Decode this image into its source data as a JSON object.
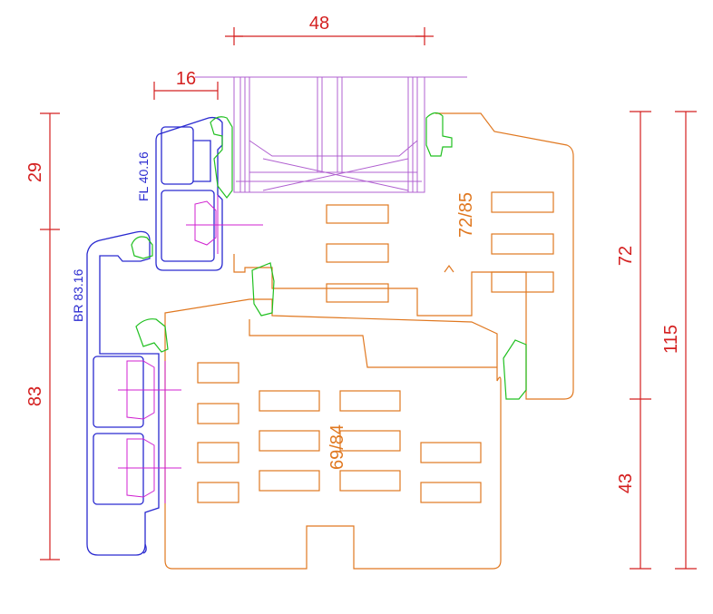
{
  "dimensions": {
    "top_width": "48",
    "sash_offset": "16",
    "left_upper": "29",
    "left_lower": "83",
    "right_upper": "72",
    "right_lower": "43",
    "right_total": "115"
  },
  "profile_labels": {
    "upper_sash": "FL 40.16",
    "lower_frame": "BR 83.16",
    "upper_frame": "72/85",
    "lower_frame_depth": "69/84"
  },
  "colors": {
    "dimension": "#d42020",
    "aluminium_profile": "#2a2ad0",
    "timber_profile": "#e07820",
    "gasket": "#20c020",
    "hardware": "#d020d0",
    "glazing": "#b060d0"
  }
}
